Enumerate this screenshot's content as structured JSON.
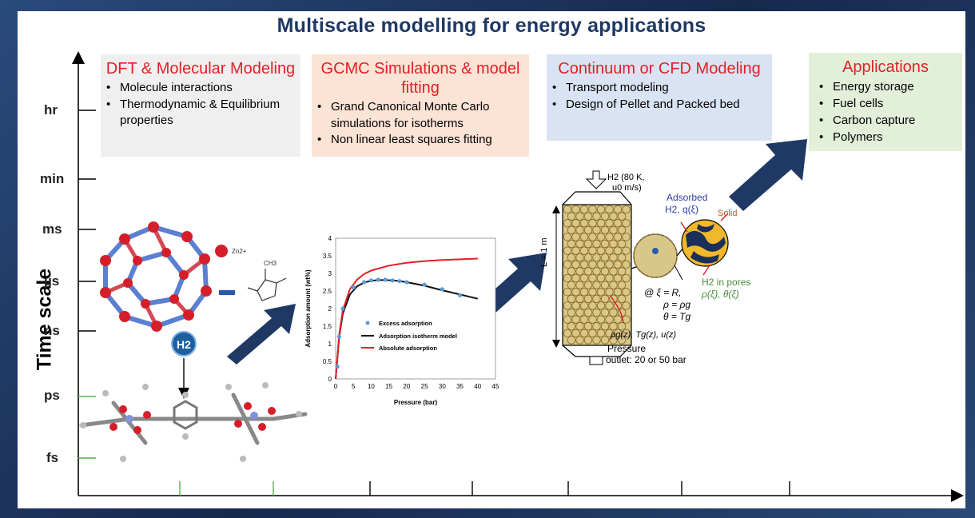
{
  "title": "Multiscale modelling for energy applications",
  "y_axis": {
    "label": "Time scale",
    "ticks": [
      "hr",
      "min",
      "ms",
      "µs",
      "ns",
      "ps",
      "fs"
    ]
  },
  "boxes": [
    {
      "heading": "DFT & Molecular Modeling",
      "items": [
        "Molecule interactions",
        "Thermodynamic & Equilibrium properties"
      ]
    },
    {
      "heading": "GCMC Simulations & model fitting",
      "items": [
        "Grand Canonical Monte Carlo simulations for isotherms",
        "Non linear least squares fitting"
      ]
    },
    {
      "heading": "Continuum or CFD Modeling",
      "items": [
        "Transport modeling",
        "Design of Pellet and Packed bed"
      ]
    },
    {
      "heading": "Applications",
      "items": [
        "Energy storage",
        "Fuel cells",
        "Carbon capture",
        "Polymers"
      ]
    }
  ],
  "molecule": {
    "ion_label": "Zn2+",
    "methyl_label": "CH3",
    "h2_badge": "H2"
  },
  "isotherm_chart": {
    "xlabel": "Pressure (bar)",
    "ylabel": "Adsorption amount (wt%)",
    "x_ticks": [
      "0",
      "5",
      "10",
      "15",
      "20",
      "25",
      "30",
      "35",
      "40",
      "45"
    ],
    "y_ticks": [
      "0",
      "0.5",
      "1",
      "1.5",
      "2",
      "2.5",
      "3",
      "3.5",
      "4"
    ],
    "legend": [
      "Excess adsorption",
      "Adsorption isotherm model",
      "Absolute adsorption"
    ]
  },
  "chart_data": {
    "type": "scatter",
    "title": "",
    "xlabel": "Pressure (bar)",
    "ylabel": "Adsorption amount (wt%)",
    "xlim": [
      0,
      45
    ],
    "ylim": [
      0,
      4
    ],
    "series": [
      {
        "name": "Excess adsorption",
        "kind": "points",
        "color": "#5b9bd5",
        "x": [
          0.5,
          1,
          2,
          5,
          8,
          10,
          12,
          14,
          16,
          18,
          20,
          25,
          30,
          35
        ],
        "y": [
          0.35,
          1.2,
          2.0,
          2.6,
          2.75,
          2.8,
          2.82,
          2.82,
          2.8,
          2.78,
          2.75,
          2.68,
          2.55,
          2.38
        ]
      },
      {
        "name": "Adsorption isotherm model",
        "kind": "line",
        "color": "#111111",
        "x": [
          0,
          1,
          2,
          4,
          6,
          8,
          10,
          12,
          14,
          16,
          18,
          20,
          25,
          30,
          35,
          40
        ],
        "y": [
          0,
          1.2,
          1.85,
          2.4,
          2.63,
          2.74,
          2.79,
          2.81,
          2.81,
          2.8,
          2.78,
          2.75,
          2.65,
          2.52,
          2.4,
          2.28
        ]
      },
      {
        "name": "Absolute adsorption",
        "kind": "line",
        "color": "#e31f26",
        "x": [
          0,
          1,
          2,
          4,
          6,
          8,
          10,
          15,
          20,
          25,
          30,
          35,
          40
        ],
        "y": [
          0,
          1.25,
          1.95,
          2.55,
          2.82,
          2.98,
          3.08,
          3.22,
          3.3,
          3.35,
          3.38,
          3.4,
          3.42
        ]
      }
    ]
  },
  "bed": {
    "inlet": "H2 (80 K,",
    "inlet2": "u0 m/s)",
    "outlet1": "Pressure",
    "outlet2": "outlet: 20 or 50 bar",
    "length": "L = 1 m",
    "bc1": "@ ξ = R,",
    "bc2": "ρ = ρg",
    "bc3": "θ = Tg",
    "profile": "ρg(z), Tg(z), u(z)"
  },
  "pellet": {
    "adsorbed1": "Adsorbed",
    "adsorbed2": "H2, q(ξ)",
    "solid": "Solid",
    "pores1": "H2 in pores",
    "pores2": "ρ(ξ), θ(ξ)"
  },
  "colors": {
    "accent_red": "#e31f26",
    "arrow_blue": "#1f3864",
    "title_blue": "#1f3864"
  }
}
